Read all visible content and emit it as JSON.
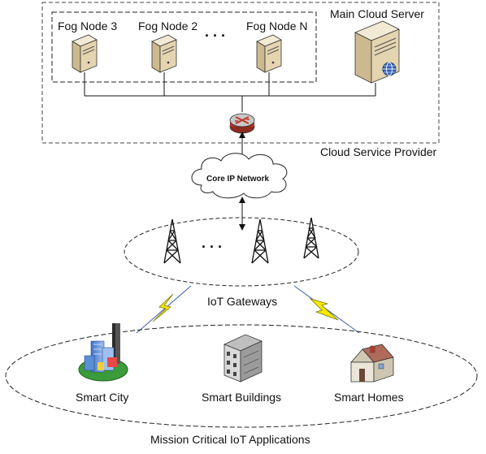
{
  "cloud": {
    "main_server_label": "Main Cloud Server",
    "provider_label": "Cloud Service Provider",
    "fog_nodes": [
      {
        "label": "Fog Node 3"
      },
      {
        "label": "Fog Node 2"
      },
      {
        "label": "Fog Node N"
      }
    ],
    "fog_ellipsis": ". . ."
  },
  "network": {
    "core_label": "Core IP Network"
  },
  "gateways": {
    "label": "IoT Gateways",
    "ellipsis": ". . ."
  },
  "applications": {
    "label": "Mission Critical IoT Applications",
    "items": [
      {
        "label": "Smart City"
      },
      {
        "label": "Smart Buildings"
      },
      {
        "label": "Smart Homes"
      }
    ]
  },
  "colors": {
    "server_body": "#e9dcc0",
    "server_front": "#d7c59f",
    "router": "#c0392b",
    "lightning": "#f5e900",
    "building_blue": "#5a8fd6",
    "ground_green": "#3a9b3a",
    "house_body": "#e8e1d3",
    "dashed": "#444444"
  }
}
